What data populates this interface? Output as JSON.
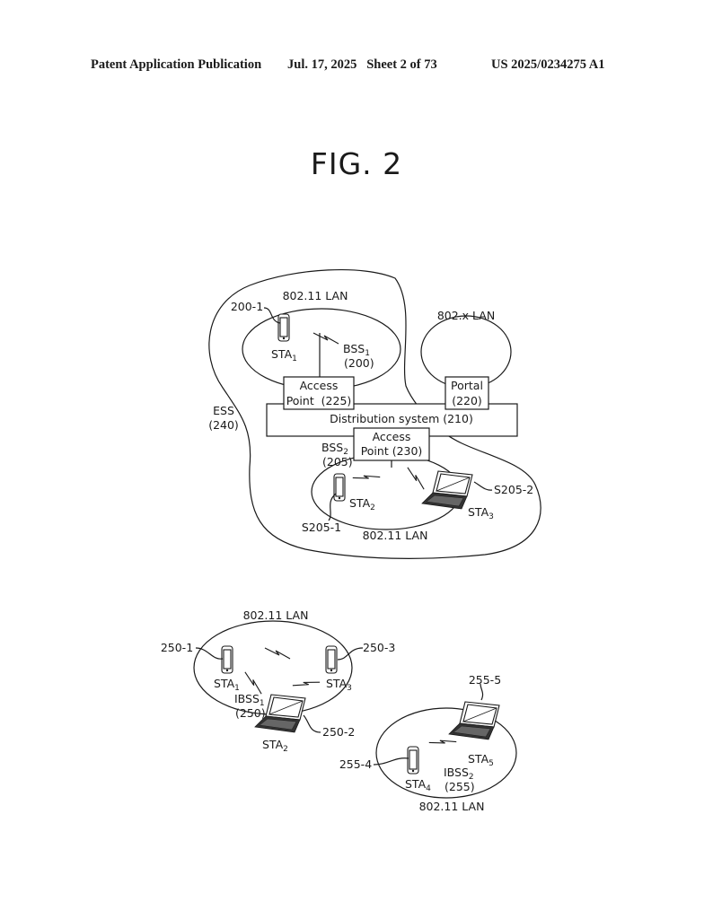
{
  "header": {
    "publication": "Patent Application Publication",
    "date_sheet": "Jul. 17, 2025   Sheet 2 of 73",
    "number": "US 2025/0234275 A1"
  },
  "figure": {
    "title": "FIG. 2"
  },
  "top_diagram": {
    "ess_label": "ESS",
    "ess_ref": "(240)",
    "lan_top": "802.11 LAN",
    "lan_bottom": "802.11 LAN",
    "lan_x": "802.x LAN",
    "bss1": {
      "name": "BSS",
      "sub": "1",
      "ref": "(200)"
    },
    "bss2": {
      "name": "BSS",
      "sub": "2",
      "ref": "(205)"
    },
    "sta1": {
      "name": "STA",
      "sub": "1",
      "ref": "200-1"
    },
    "sta2": {
      "name": "STA",
      "sub": "2",
      "ref": "S205-1"
    },
    "sta3": {
      "name": "STA",
      "sub": "3",
      "ref": "S205-2"
    },
    "ap1": {
      "line1": "Access",
      "line2": "Point  (225)"
    },
    "ap2": {
      "line1": "Access",
      "line2": "Point (230)"
    },
    "portal": {
      "line1": "Portal",
      "line2": "(220)"
    },
    "ds": "Distribution system (210)"
  },
  "ibss1": {
    "lan": "802.11 LAN",
    "name": "IBSS",
    "sub": "1",
    "ref": "(250)",
    "sta1": {
      "name": "STA",
      "sub": "1",
      "ref": "250-1"
    },
    "sta2": {
      "name": "STA",
      "sub": "2",
      "ref": "250-2"
    },
    "sta3": {
      "name": "STA",
      "sub": "3",
      "ref": "250-3"
    }
  },
  "ibss2": {
    "lan": "802.11 LAN",
    "name": "IBSS",
    "sub": "2",
    "ref": "(255)",
    "sta4": {
      "name": "STA",
      "sub": "4",
      "ref": "255-4"
    },
    "sta5": {
      "name": "STA",
      "sub": "5",
      "ref": "255-5"
    }
  }
}
